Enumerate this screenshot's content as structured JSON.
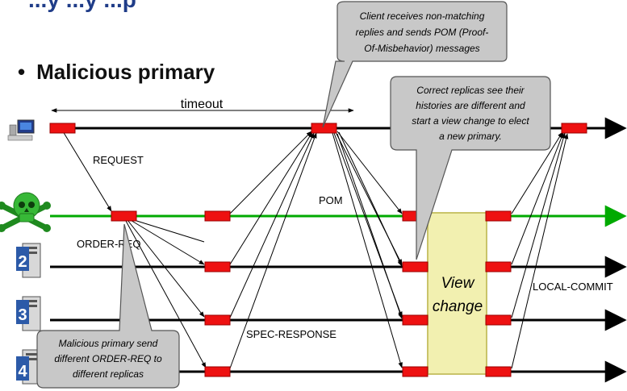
{
  "slide": {
    "title_partial": "...y ...y ...p",
    "bullet_marker": "•",
    "bullet_text": "Malicious primary"
  },
  "diagram": {
    "timeout_label": "timeout",
    "message_labels": {
      "request": "REQUEST",
      "order_req": "ORDER-REQ",
      "pom": "POM",
      "spec_response": "SPEC-RESPONSE",
      "local_commit": "LOCAL-COMMIT"
    },
    "view_change": [
      "View",
      "change"
    ],
    "replica_numbers": [
      "2",
      "3",
      "4"
    ],
    "callouts": {
      "client": [
        "Client receives non-matching",
        "replies and sends POM (Proof-",
        "Of-Misbehavior) messages"
      ],
      "replicas": [
        "Correct replicas see their",
        "histories are different and",
        "start a view change to elect",
        "a new primary."
      ],
      "primary": [
        "Malicious primary send",
        "different ORDER-REQ to",
        "different replicas"
      ]
    },
    "colors": {
      "line": "#000000",
      "primary_line": "#00aa00",
      "box_fill": "#ee1111",
      "view_change_fill": "#f2f0b0",
      "view_change_stroke": "#c9c46a",
      "callout_fill": "#c8c8c8",
      "callout_stroke": "#555555"
    }
  }
}
